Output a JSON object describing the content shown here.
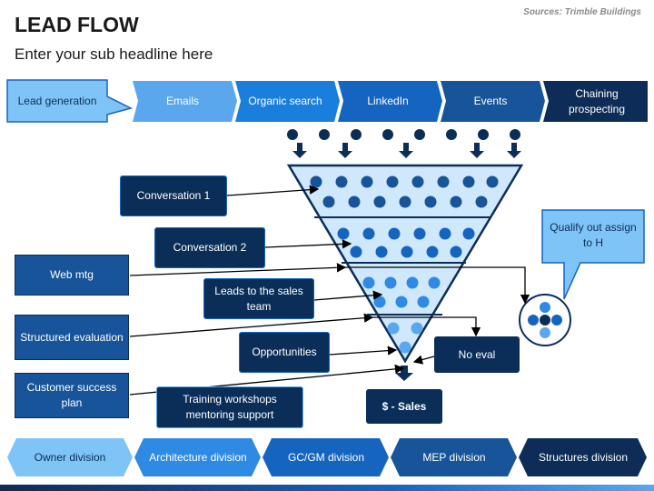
{
  "header": {
    "title": "LEAD FLOW",
    "subtitle": "Enter your sub headline here",
    "source": "Sources: Trimble Buildings"
  },
  "lead_generation": "Lead generation",
  "channels": [
    "Emails",
    "Organic search",
    "LinkedIn",
    "Events",
    "Chaining prospecting"
  ],
  "stages": {
    "conversation1": "Conversation 1",
    "conversation2": "Conversation 2",
    "leads": "Leads to the sales team",
    "opportunities": "Opportunities",
    "training": "Training workshops mentoring support"
  },
  "inputs": {
    "web_mtg": "Web mtg",
    "structured": "Structured evaluation",
    "customer": "Customer success plan"
  },
  "outputs": {
    "qualify": "Qualify out assign to H",
    "no_eval": "No eval",
    "sales": "$ - Sales"
  },
  "divisions": [
    "Owner division",
    "Architecture division",
    "GC/GM division",
    "MEP division",
    "Structures division"
  ],
  "colors": {
    "navy": "#0d2c57",
    "dark_blue": "#0f3460",
    "blue": "#1565c0",
    "light_blue": "#5aa7ee",
    "sky": "#7fc4f7"
  }
}
